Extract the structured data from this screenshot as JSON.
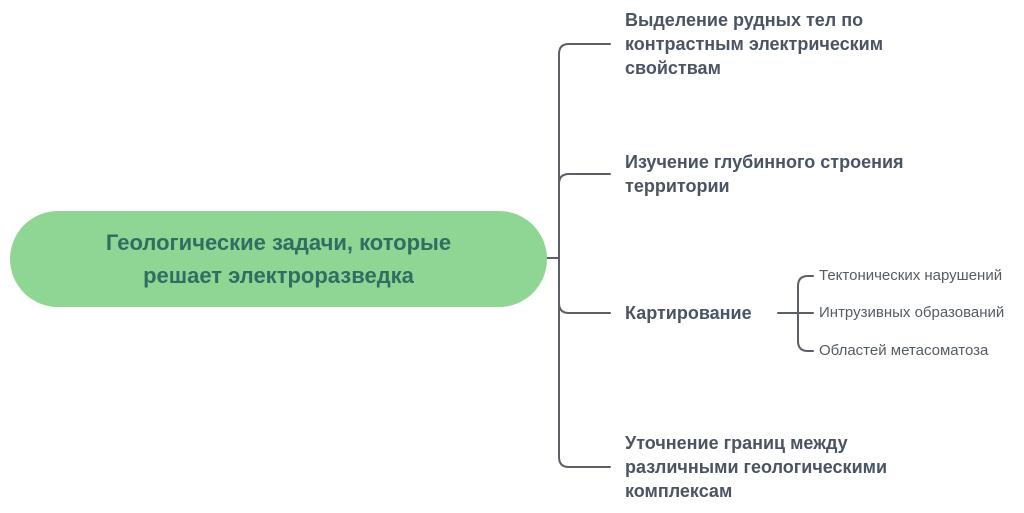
{
  "root": {
    "lines": [
      "Геологические задачи, которые",
      "решает электроразведка"
    ]
  },
  "branches": [
    {
      "id": "ore-bodies",
      "lines": [
        "Выделение рудных тел по",
        "контрастным электрическим",
        "свойствам"
      ]
    },
    {
      "id": "deep-structure",
      "lines": [
        "Изучение глубинного строения",
        "территории"
      ]
    },
    {
      "id": "mapping",
      "lines": [
        "Картирование"
      ],
      "children": [
        "Тектонических нарушений",
        "Интрузивных образований",
        "Областей метасоматоза"
      ]
    },
    {
      "id": "boundaries",
      "lines": [
        "Уточнение границ между",
        "различными геологическими",
        "комплексам"
      ]
    }
  ],
  "colors": {
    "background": "#ffffff",
    "node_fill": "#8fd593",
    "node_text": "#2e6f62",
    "connector": "#5a6065",
    "branch_text": "#4a5462",
    "sub_text": "#555c63"
  }
}
